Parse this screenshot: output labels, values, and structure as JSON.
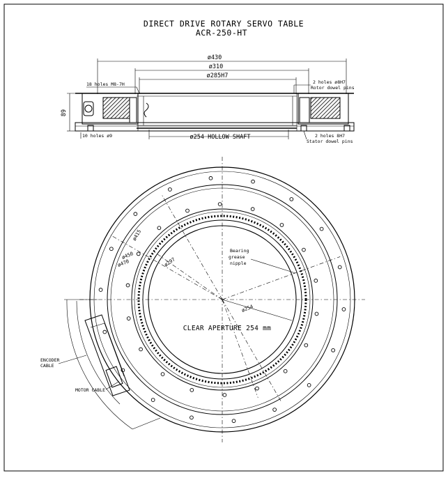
{
  "title": {
    "line1": "DIRECT DRIVE ROTARY SERVO TABLE",
    "line2": "ACR-250-HT"
  },
  "section_view": {
    "dim_430": "ø430",
    "dim_310": "ø310",
    "dim_285": "ø285H7",
    "dim_89": "89",
    "dim_254": "ø254 HOLLOW SHAFT",
    "note_top_left": "18 holes M8-7H",
    "note_bottom_left": "10 holes ø9",
    "note_top_right_1": "2 holes ø8H7",
    "note_top_right_2": "Rotor dowel pins",
    "note_bottom_right_1": "2 holes 8H7",
    "note_bottom_right_2": "Stator dowel pins"
  },
  "plan_view": {
    "dim_415": "ø415",
    "dim_450": "ø450",
    "dim_470": "ø470",
    "dim_297": "ø297",
    "dim_254": "ø254",
    "bearing_1": "Bearing",
    "bearing_2": "grease",
    "bearing_3": "nipple",
    "aperture": "CLEAR APERTURE 254 mm",
    "encoder_1": "ENCODER",
    "encoder_2": "CABLE",
    "motor_cable": "MOTOR CABLE"
  }
}
